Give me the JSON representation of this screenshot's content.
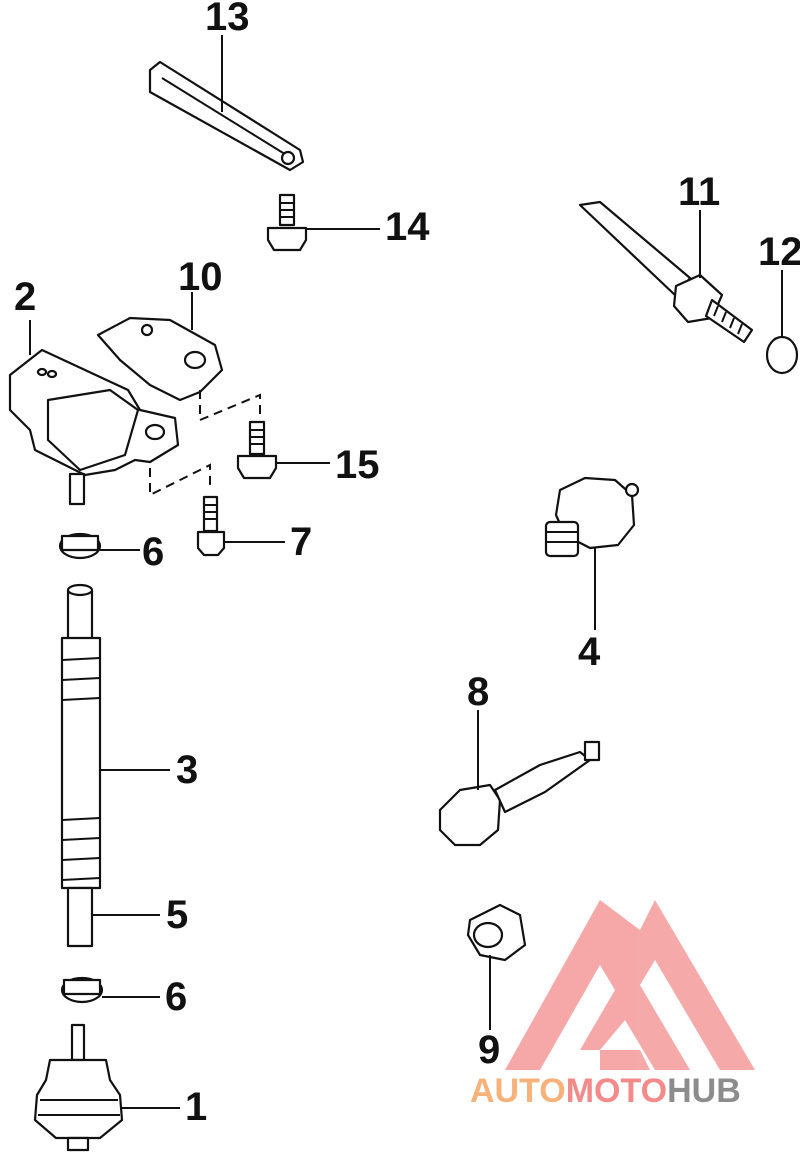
{
  "callouts": {
    "c1": "1",
    "c2": "2",
    "c3": "3",
    "c4": "4",
    "c5": "5",
    "c6a": "6",
    "c6b": "6",
    "c7": "7",
    "c8": "8",
    "c9": "9",
    "c10": "10",
    "c11": "11",
    "c12": "12",
    "c13": "13",
    "c14": "14",
    "c15": "15"
  },
  "watermark": {
    "part1": "AUTO",
    "part2": "MOTO",
    "part3": "HUB",
    "colors": {
      "auto": "#f6b27a",
      "moto": "#f48a8a",
      "hub": "#8c8c8c",
      "logo": "#f59a9a"
    }
  }
}
